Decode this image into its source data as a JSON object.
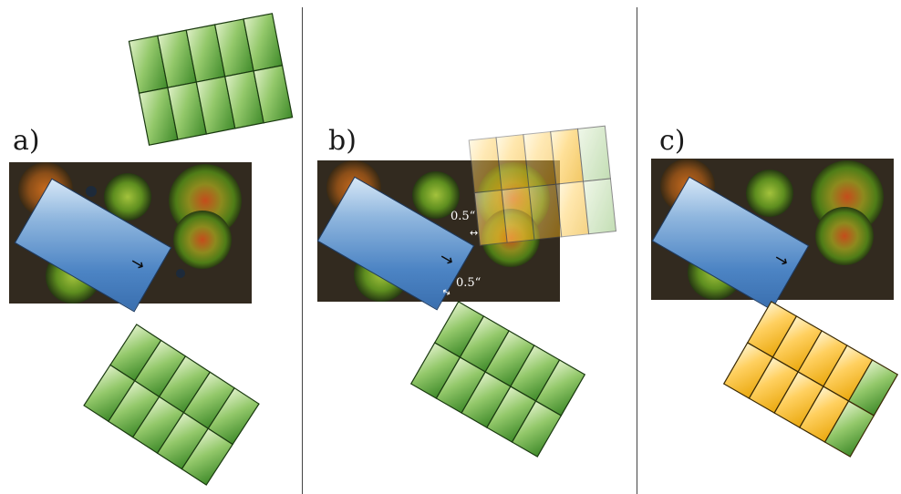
{
  "panels": [
    {
      "label": "a)"
    },
    {
      "label": "b)",
      "gap_label_1": "0.5“",
      "gap_label_2": "0.5“"
    },
    {
      "label": "c)"
    }
  ],
  "colors": {
    "green_tile_light": "#cfe8b4",
    "green_tile_dark": "#3f8a2a",
    "yellow_tile_light": "#fff1c4",
    "yellow_tile_dark": "#f2b316",
    "blue_module": "#4c84c4",
    "divider": "#444444"
  },
  "icons": {
    "direction_arrow": "arrow-right-icon",
    "gap_arrow": "double-arrow-icon"
  }
}
